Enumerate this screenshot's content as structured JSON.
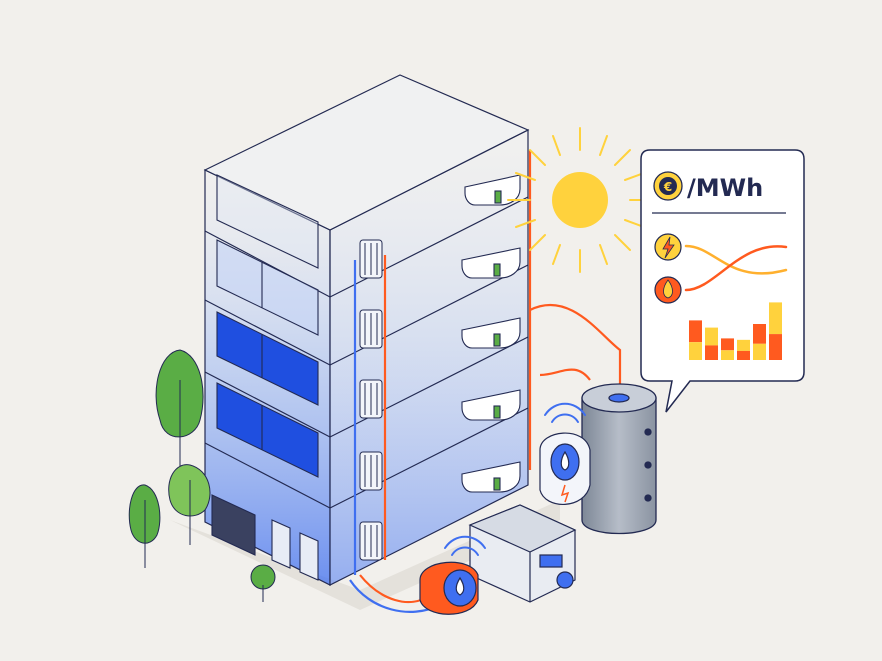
{
  "price_card": {
    "currency_symbol": "€",
    "unit_text": "/MWh",
    "chart": {
      "bars": [
        {
          "series": "electricity",
          "value": 0.55
        },
        {
          "series": "gas",
          "value": 0.45
        },
        {
          "series": "electricity",
          "value": 0.3
        },
        {
          "series": "gas",
          "value": 0.28
        },
        {
          "series": "electricity",
          "value": 0.5
        },
        {
          "series": "gas",
          "value": 0.8
        }
      ],
      "curves": [
        "electricity",
        "gas"
      ]
    }
  },
  "icons": {
    "price_badge": "euro-icon",
    "electricity": "lightning-icon",
    "gas": "flame-icon"
  },
  "colors": {
    "background": "#f2f0ec",
    "outline": "#232a52",
    "facade_blue": "#3f6ff0",
    "window_blue": "#1f4fe0",
    "pipe_orange": "#ff5a1f",
    "sun_yellow": "#ffd23d",
    "tree_green": "#5aad45"
  }
}
